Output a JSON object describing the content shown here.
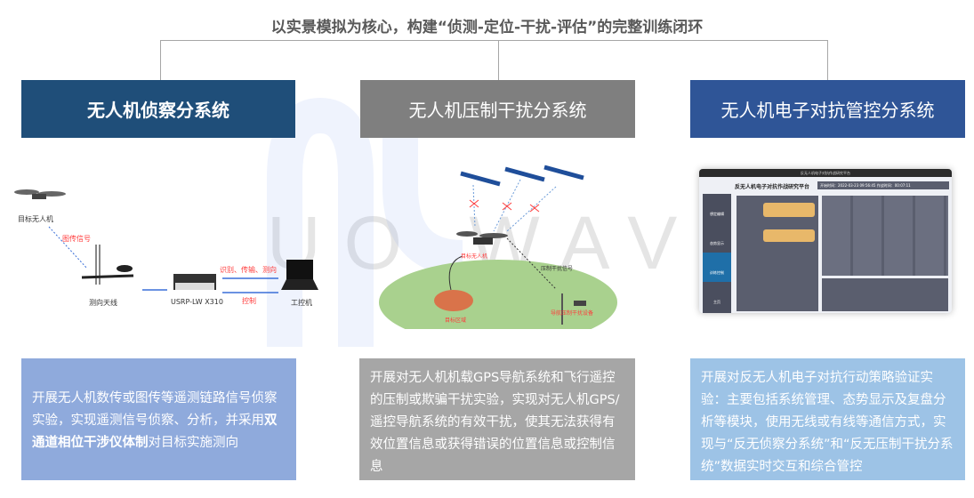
{
  "title": "以实景模拟为核心，构建“侦测-定位-干扰-评估”的完整训练闭环",
  "watermark": "UO WAVE",
  "colors": {
    "box1_header": "#1f4e79",
    "box2_header": "#7f7f7f",
    "box3_header": "#2f5597",
    "box1_desc": "#8faadc",
    "box2_desc": "#a6a6a6",
    "box3_desc": "#9dc3e6"
  },
  "recon": {
    "header": "无人机侦察分系统",
    "labels": {
      "target": "目标无人机",
      "signal": "图传信号",
      "antenna": "测向天线",
      "usrp": "USRP-LW X310",
      "tx": "识别、传输、测向",
      "ctrl": "控制",
      "pc": "工控机"
    },
    "desc_before": "开展无人机数传或图传等遥测链路信号侦察实验，实现遥测信号侦察、分析，并采用",
    "desc_bold": "双通道相位干涉仪体制",
    "desc_after": "对目标实施测向"
  },
  "jamming": {
    "header": "无人机压制干扰分系统",
    "labels": {
      "drone": "目标无人机",
      "jam_signal": "压制干扰信号",
      "target_area": "目标区域",
      "device": "导航压制干扰设备"
    },
    "desc": "开展对无人机机载GPS导航系统和飞行遥控的压制或欺骗干扰实验，实现对无人机GPS/遥控导航系统的有效干扰，使其无法获得有效位置信息或获得错误的位置信息或控制信息"
  },
  "control": {
    "header": "无人机电子对抗管控分系统",
    "screen": {
      "window_title": "反无人机电子对抗作战研究平台",
      "app_title": "反无人机电子对抗作战研究平台",
      "status": "开始时间：2022-03-23 09:56:45  作战时间：00:07:11",
      "nav": [
        "想定编辑",
        "态势显示",
        "训练控制",
        "主页"
      ]
    },
    "desc": "开展对反无人机电子对抗行动策略验证实验：主要包括系统管理、态势显示及复盘分析等模块，使用无线或有线等通信方式，实现与“反无侦察分系统”和“反无压制干扰分系统”数据实时交互和综合管控"
  }
}
